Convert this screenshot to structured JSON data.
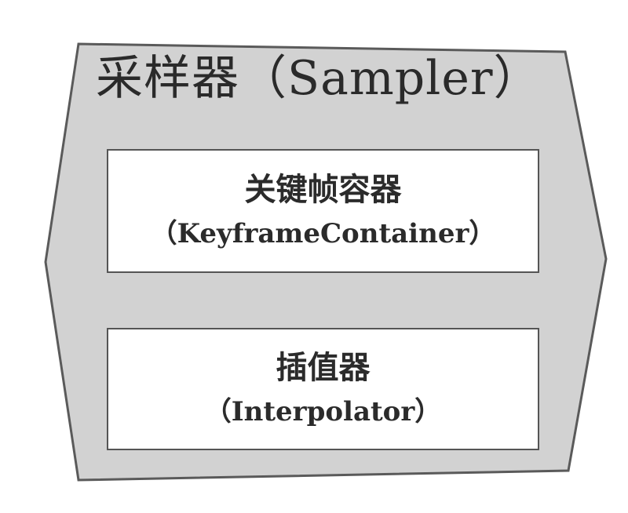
{
  "sampler": {
    "title": "采样器（Sampler）",
    "fill_color": "#d2d2d2",
    "border_color": "#5a5a5a"
  },
  "components": [
    {
      "title": "关键帧容器",
      "subtitle": "（KeyframeContainer）"
    },
    {
      "title": "插值器",
      "subtitle": "（Interpolator）"
    }
  ]
}
